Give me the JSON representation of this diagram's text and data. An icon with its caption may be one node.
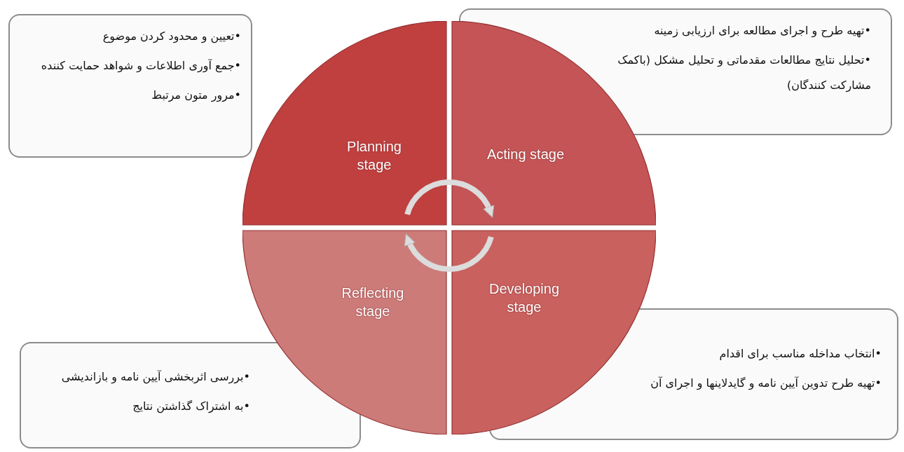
{
  "diagram": {
    "nodes": [
      {
        "text": [
          "•تعیین و محدود کردن موضوع",
          "•جمع آوری اطلاعات و شواهد حمایت کننده",
          "•مرور متون مرتبط"
        ]
      },
      {
        "text": [
          "Planning stage"
        ]
      },
      {
        "text": [
          "•تهیه طرح و اجرای مطالعه برای ارزیابی زمینه",
          "•تحلیل نتایج مطالعات مقدماتی و تحلیل مشکل (باکمک مشارکت کنندگان)"
        ]
      },
      {
        "text": [
          "Acting stage"
        ]
      },
      {
        "text": [
          "Reflecting stage"
        ]
      },
      {
        "text": [
          "Developing stage"
        ]
      },
      {
        "text": [
          "•بررسی اثربخشی آیین نامه و بازاندیشی",
          "•به اشتراک گذاشتن نتایج"
        ]
      },
      {
        "text": [
          "•انتخاب مداخله مناسب برای اقدام",
          "•تهیه طرح تدوین آیین نامه و گایدلاینها و اجرای آن"
        ]
      }
    ],
    "edges": [
      {
        "from": 1,
        "to": 3,
        "arrow": "to"
      },
      {
        "from": 5,
        "to": 4,
        "arrow": "to"
      }
    ]
  }
}
